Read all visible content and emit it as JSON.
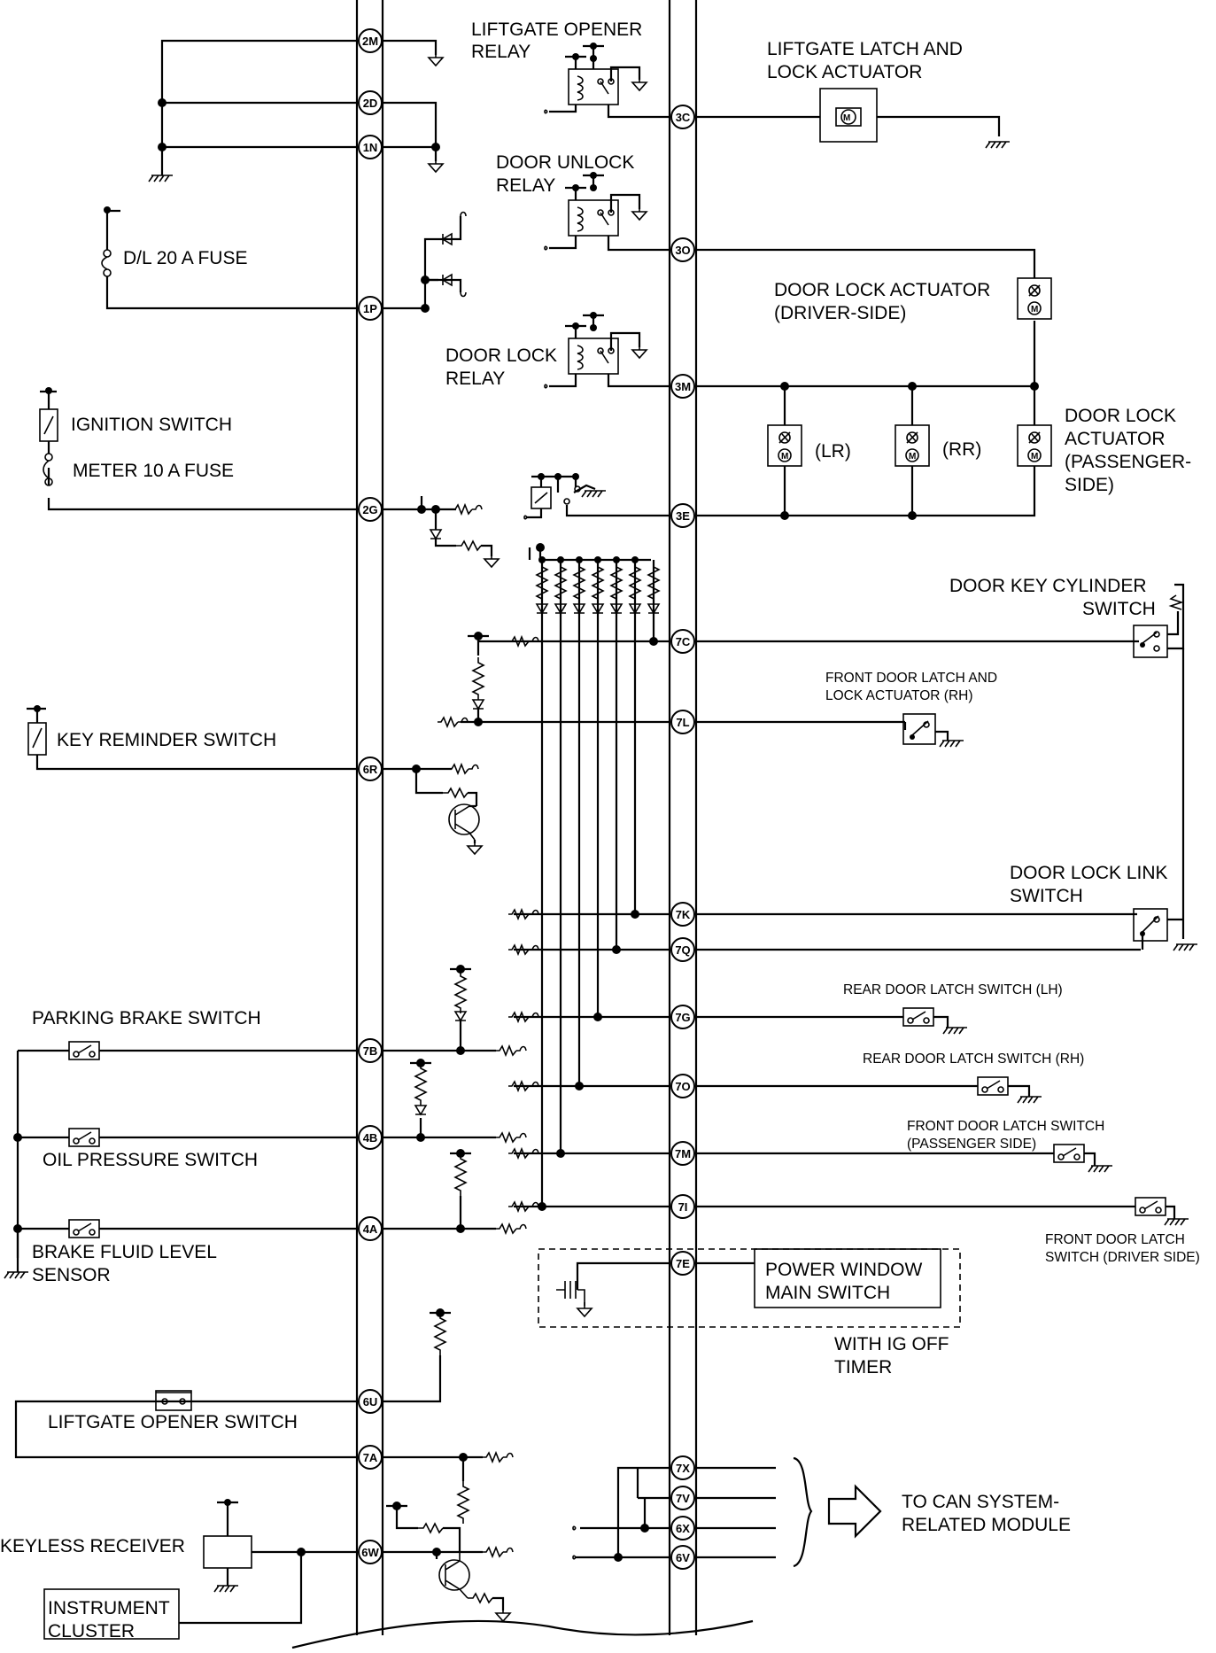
{
  "diagram": {
    "colors": {
      "line": "#000000",
      "background": "#ffffff",
      "box_dashed": "#000000"
    },
    "left_pins": [
      {
        "id": "2M",
        "label": "2M"
      },
      {
        "id": "2D",
        "label": "2D"
      },
      {
        "id": "1N",
        "label": "1N"
      },
      {
        "id": "1P",
        "label": "1P"
      },
      {
        "id": "2G",
        "label": "2G"
      },
      {
        "id": "6R",
        "label": "6R"
      },
      {
        "id": "7B",
        "label": "7B"
      },
      {
        "id": "4B",
        "label": "4B"
      },
      {
        "id": "4A",
        "label": "4A"
      },
      {
        "id": "6U",
        "label": "6U"
      },
      {
        "id": "7A",
        "label": "7A"
      },
      {
        "id": "6W",
        "label": "6W"
      }
    ],
    "right_pins": [
      {
        "id": "3C",
        "label": "3C"
      },
      {
        "id": "3O",
        "label": "3O"
      },
      {
        "id": "3M",
        "label": "3M"
      },
      {
        "id": "3E",
        "label": "3E"
      },
      {
        "id": "7C",
        "label": "7C"
      },
      {
        "id": "7L",
        "label": "7L"
      },
      {
        "id": "7K",
        "label": "7K"
      },
      {
        "id": "7Q",
        "label": "7Q"
      },
      {
        "id": "7G",
        "label": "7G"
      },
      {
        "id": "7O",
        "label": "7O"
      },
      {
        "id": "7M",
        "label": "7M"
      },
      {
        "id": "7I",
        "label": "7I"
      },
      {
        "id": "7E",
        "label": "7E"
      },
      {
        "id": "7X",
        "label": "7X"
      },
      {
        "id": "7V",
        "label": "7V"
      },
      {
        "id": "6X",
        "label": "6X"
      },
      {
        "id": "6V",
        "label": "6V"
      }
    ],
    "labels": {
      "liftgate_opener_relay": [
        "LIFTGATE OPENER",
        "RELAY"
      ],
      "liftgate_latch_actuator": [
        "LIFTGATE LATCH AND",
        "LOCK ACTUATOR"
      ],
      "door_unlock_relay": [
        "DOOR UNLOCK",
        "RELAY"
      ],
      "dl_fuse": "D/L 20 A FUSE",
      "door_lock_actuator_driver": [
        "DOOR LOCK ACTUATOR",
        "(DRIVER-SIDE)"
      ],
      "door_lock_relay": [
        "DOOR LOCK",
        "RELAY"
      ],
      "door_lock_actuator_passenger": [
        "DOOR LOCK",
        "ACTUATOR",
        "(PASSENGER-",
        "SIDE)"
      ],
      "lr": "(LR)",
      "rr": "(RR)",
      "ignition_switch": "IGNITION SWITCH",
      "meter_fuse": "METER 10 A FUSE",
      "door_key_cylinder_switch": [
        "DOOR KEY CYLINDER",
        "SWITCH"
      ],
      "front_door_latch_actuator_rh": [
        "FRONT DOOR LATCH AND",
        "LOCK ACTUATOR (RH)"
      ],
      "key_reminder_switch": "KEY REMINDER SWITCH",
      "door_lock_link_switch": [
        "DOOR LOCK LINK",
        "SWITCH"
      ],
      "rear_door_latch_lh": "REAR DOOR LATCH SWITCH (LH)",
      "parking_brake_switch": "PARKING BRAKE SWITCH",
      "rear_door_latch_rh": "REAR DOOR LATCH SWITCH (RH)",
      "front_door_latch_passenger": [
        "FRONT DOOR LATCH SWITCH",
        "(PASSENGER SIDE)"
      ],
      "oil_pressure_switch": "OIL PRESSURE SWITCH",
      "front_door_latch_driver": [
        "FRONT DOOR LATCH",
        "SWITCH (DRIVER SIDE)"
      ],
      "brake_fluid_level_sensor": [
        "BRAKE FLUID LEVEL",
        "SENSOR"
      ],
      "power_window_main_switch": [
        "POWER WINDOW",
        "MAIN SWITCH"
      ],
      "with_ig_off_timer": [
        "WITH IG OFF",
        "TIMER"
      ],
      "liftgate_opener_switch": "LIFTGATE OPENER SWITCH",
      "to_can": [
        "TO CAN SYSTEM-",
        "RELATED MODULE"
      ],
      "keyless_receiver": "KEYLESS RECEIVER",
      "instrument_cluster": [
        "INSTRUMENT",
        "CLUSTER"
      ]
    }
  }
}
